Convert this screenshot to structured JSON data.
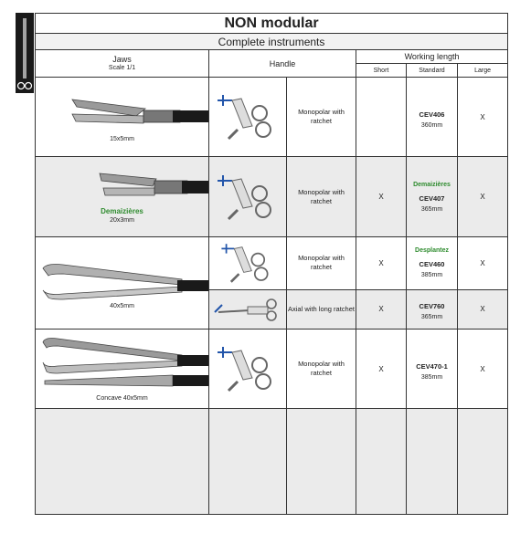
{
  "title": "NON modular",
  "subtitle": "Complete instruments",
  "headers": {
    "jaws": "Jaws",
    "scale": "Scale 1/1",
    "handle": "Handle",
    "working_length": "Working length",
    "short": "Short",
    "standard": "Standard",
    "large": "Large"
  },
  "rows": [
    {
      "jaw_caption": "15x5mm",
      "jaw_brand": "",
      "handle_type": "Monopolar with ratchet",
      "short": "",
      "brand": "",
      "code": "CEV406",
      "length": "360mm",
      "large": "X"
    },
    {
      "jaw_caption": "20x3mm",
      "jaw_brand": "Demaizières",
      "handle_type": "Monopolar with ratchet",
      "short": "X",
      "brand": "Demaizières",
      "code": "CEV407",
      "length": "365mm",
      "large": "X"
    },
    {
      "jaw_caption": "40x5mm",
      "jaw_brand": "",
      "handle_type": "Monopolar with ratchet",
      "short": "X",
      "brand": "Desplantez",
      "code": "CEV460",
      "length": "385mm",
      "large": "X"
    },
    {
      "jaw_caption": "",
      "jaw_brand": "",
      "handle_type": "Axial with long ratchet",
      "short": "X",
      "brand": "",
      "code": "CEV760",
      "length": "365mm",
      "large": "X"
    },
    {
      "jaw_caption": "Concave 40x5mm",
      "jaw_brand": "",
      "handle_type": "Monopolar with ratchet",
      "short": "X",
      "brand": "",
      "code": "CEV470-1",
      "length": "385mm",
      "large": "X"
    }
  ],
  "colors": {
    "brand_green": "#2e8b2e",
    "sidetab": "#1a1a1a",
    "alt_row": "#ebebeb"
  },
  "icons": {
    "sidetab": "scissors-icon",
    "handle": "pistol-handle-icon",
    "axial": "axial-handle-icon"
  }
}
